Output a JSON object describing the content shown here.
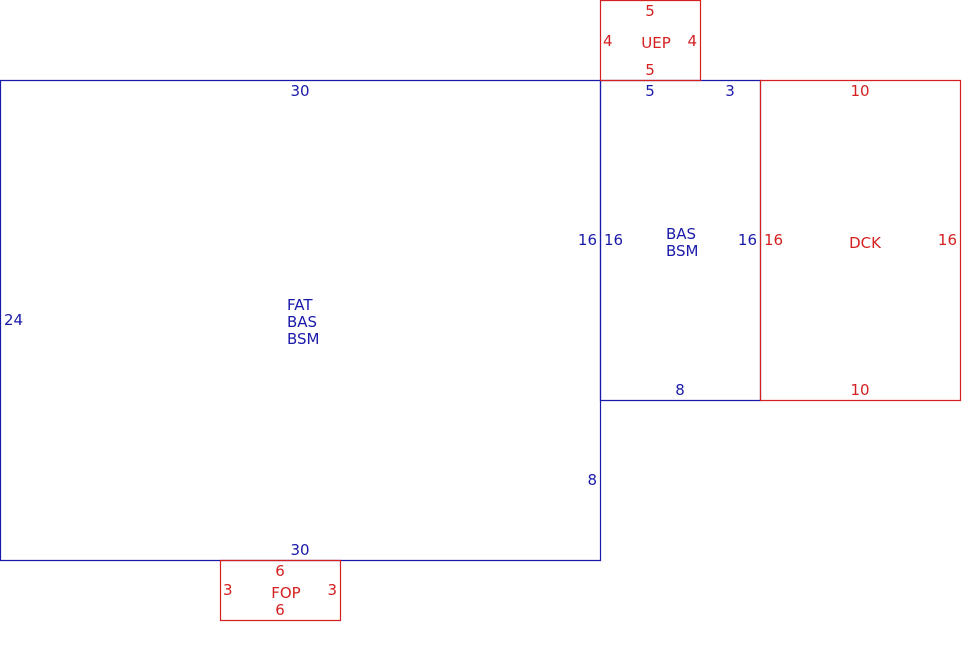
{
  "colors": {
    "living": "#1a1aaa",
    "other": "#d42020",
    "background": "#ffffff"
  },
  "sections": {
    "main": {
      "codes": [
        "FAT",
        "BAS",
        "BSM"
      ],
      "dims": {
        "top": "30",
        "bottom": "30",
        "left": "24",
        "right_upper": "16",
        "right_lower": "8"
      }
    },
    "addition": {
      "codes": [
        "BAS",
        "BSM"
      ],
      "dims": {
        "top_left": "5",
        "top_right": "3",
        "left": "16",
        "right": "16",
        "bottom": "8"
      }
    },
    "uep": {
      "code": "UEP",
      "dims": {
        "top": "5",
        "bottom": "5",
        "left": "4",
        "right": "4"
      }
    },
    "dck": {
      "code": "DCK",
      "dims": {
        "top": "10",
        "bottom": "10",
        "left": "16",
        "right": "16"
      }
    },
    "fop": {
      "code": "FOP",
      "dims": {
        "top": "6",
        "bottom": "6",
        "left": "3",
        "right": "3"
      }
    }
  }
}
